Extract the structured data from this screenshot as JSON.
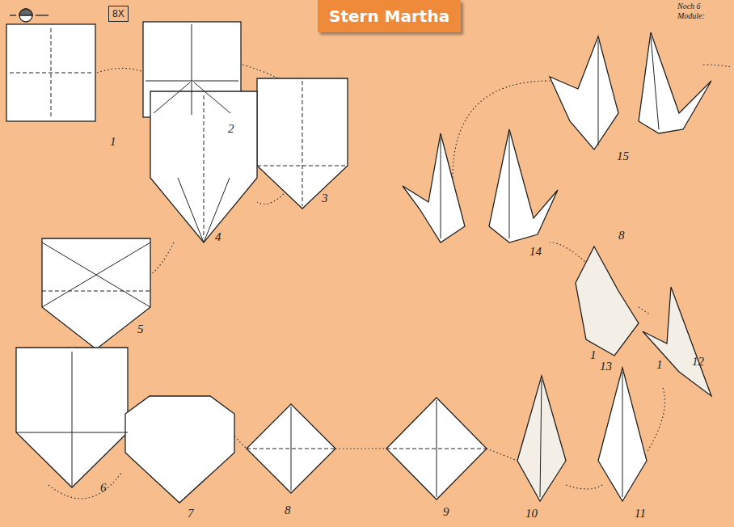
{
  "diagram": {
    "title": "Stern Martha",
    "nodes": [
      {
        "text": [
          "8X"
        ]
      }
    ],
    "labels": [
      "1",
      "2",
      "3",
      "4",
      "5",
      "6",
      "7",
      "8",
      "9",
      "10",
      "11",
      "12",
      "13",
      "14",
      "15",
      "8",
      "1",
      "1",
      "Noch 6 Module:"
    ]
  }
}
